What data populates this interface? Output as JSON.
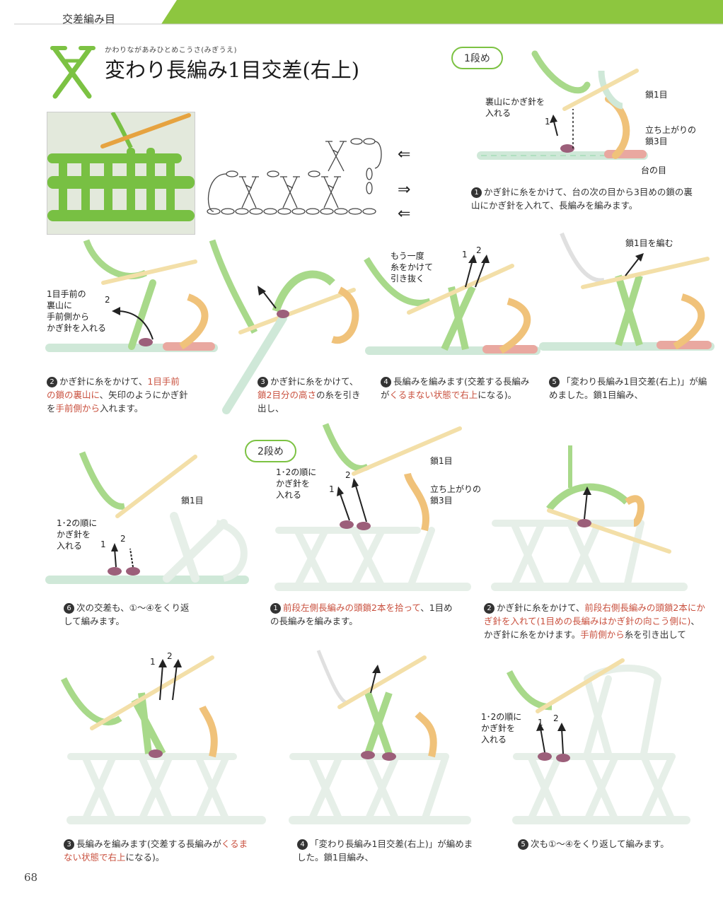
{
  "header": {
    "section": "交差編み目"
  },
  "title": {
    "ruby": "かわりながあみひとめこうさ(みぎうえ)",
    "main": "変わり長編み1目交差(右上)"
  },
  "chart": {
    "arrows": [
      "⇐",
      "⇒",
      "⇐"
    ]
  },
  "rows": {
    "row1": "1段め",
    "row2": "2段め"
  },
  "labels": {
    "urayama": "裏山にかぎ針を\n入れる",
    "kusari1": "鎖1目",
    "tachiagari": "立ち上がりの\n鎖3目",
    "dai": "台の目",
    "one": "1",
    "two": "2",
    "temae": "1目手前の\n裏山に\n手前側から\nかぎ針を入れる",
    "moichido": "もう一度\n糸をかけて\n引き抜く",
    "kusari_amu": "鎖1目を編む",
    "jun": "1･2の順に\nかぎ針を\n入れる"
  },
  "captions": {
    "r1s1": {
      "num": "1",
      "text": "かぎ針に糸をかけて、台の次の目から3目めの鎖の裏山にかぎ針を入れて、長編みを編みます。"
    },
    "r1s2": {
      "num": "2",
      "a": "かぎ針に糸をかけて、",
      "b": "1目手前の鎖の裏山に",
      "c": "、矢印のようにかぎ針を",
      "d": "手前側から",
      "e": "入れます。"
    },
    "r1s3": {
      "num": "3",
      "a": "かぎ針に糸をかけて、",
      "b": "鎖2目分の高さ",
      "c": "の糸を引き出し、"
    },
    "r1s4": {
      "num": "4",
      "a": "長編みを編みます(交差する長編みが",
      "b": "くるまない状態で右上",
      "c": "になる)。"
    },
    "r1s5": {
      "num": "5",
      "text": "「変わり長編み1目交差(右上)」が編めました。鎖1目編み、"
    },
    "r1s6": {
      "num": "6",
      "text": "次の交差も、①～④をくり返して編みます。"
    },
    "r2s1": {
      "num": "1",
      "a": "前段左側長編みの頭鎖2本を拾って",
      "b": "、1目めの長編みを編みます。"
    },
    "r2s2": {
      "num": "2",
      "a": "かぎ針に糸をかけて、",
      "b": "前段右側長編みの頭鎖2本にかぎ針を入れて(1目めの長編みはかぎ針の向こう側に)",
      "c": "、かぎ針に糸をかけます。",
      "d": "手前側から",
      "e": "糸を引き出して"
    },
    "r2s3": {
      "num": "3",
      "a": "長編みを編みます(交差する長編みが",
      "b": "くるまない状態で右上",
      "c": "になる)。"
    },
    "r2s4": {
      "num": "4",
      "text": "「変わり長編み1目交差(右上)」が編めました。鎖1目編み、"
    },
    "r2s5": {
      "num": "5",
      "text": "次も①～④をくり返して編みます。"
    }
  },
  "page_number": "68",
  "colors": {
    "accent_green": "#7cc243",
    "header_green": "#8dc63f",
    "highlight": "#c9503e",
    "yarn_green": "#a8d98a",
    "yarn_pink": "#e9a8a0",
    "yarn_orange": "#f0c27a",
    "yarn_pale": "#cfe8d8"
  }
}
